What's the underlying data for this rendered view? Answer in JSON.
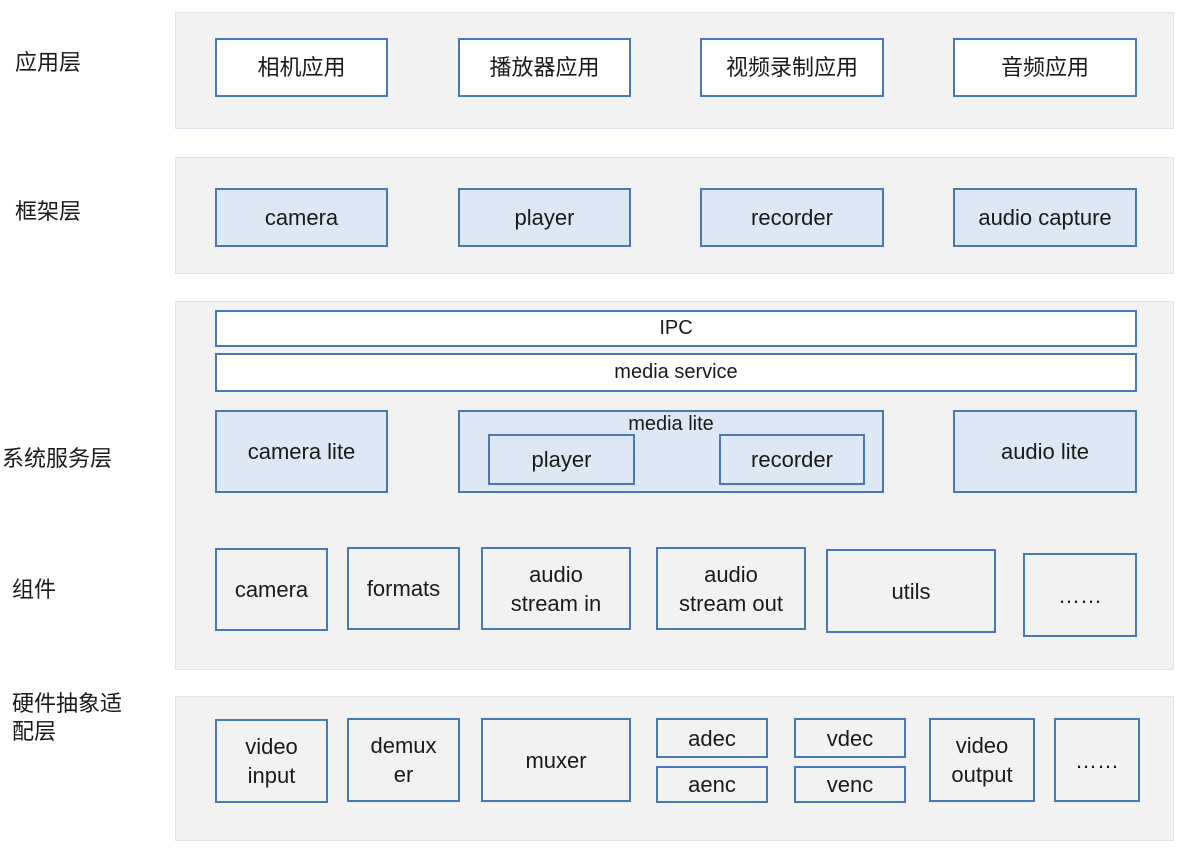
{
  "layers": {
    "app": "应用层",
    "framework": "框架层",
    "system_service": "系统服务层",
    "component": "组件",
    "hal": "硬件抽象适配层"
  },
  "app_layer": [
    "相机应用",
    "播放器应用",
    "视频录制应用",
    "音频应用"
  ],
  "framework_layer": [
    "camera",
    "player",
    "recorder",
    "audio capture"
  ],
  "system_service": {
    "ipc": "IPC",
    "media_service": "media service",
    "camera_lite": "camera lite",
    "media_lite": "media lite",
    "media_lite_player": "player",
    "media_lite_recorder": "recorder",
    "audio_lite": "audio lite"
  },
  "components": [
    "camera",
    "formats",
    "audio\nstream in",
    "audio\nstream out",
    "utils",
    "……"
  ],
  "hal": {
    "video_input": "video\ninput",
    "demuxer": "demux\ner",
    "muxer": "muxer",
    "adec": "adec",
    "aenc": "aenc",
    "vdec": "vdec",
    "venc": "venc",
    "video_output": "video\noutput",
    "more": "……"
  },
  "colors": {
    "border": "#4a78b5",
    "box_fill": "#dde8f4",
    "panel": "#f2f2f2"
  }
}
